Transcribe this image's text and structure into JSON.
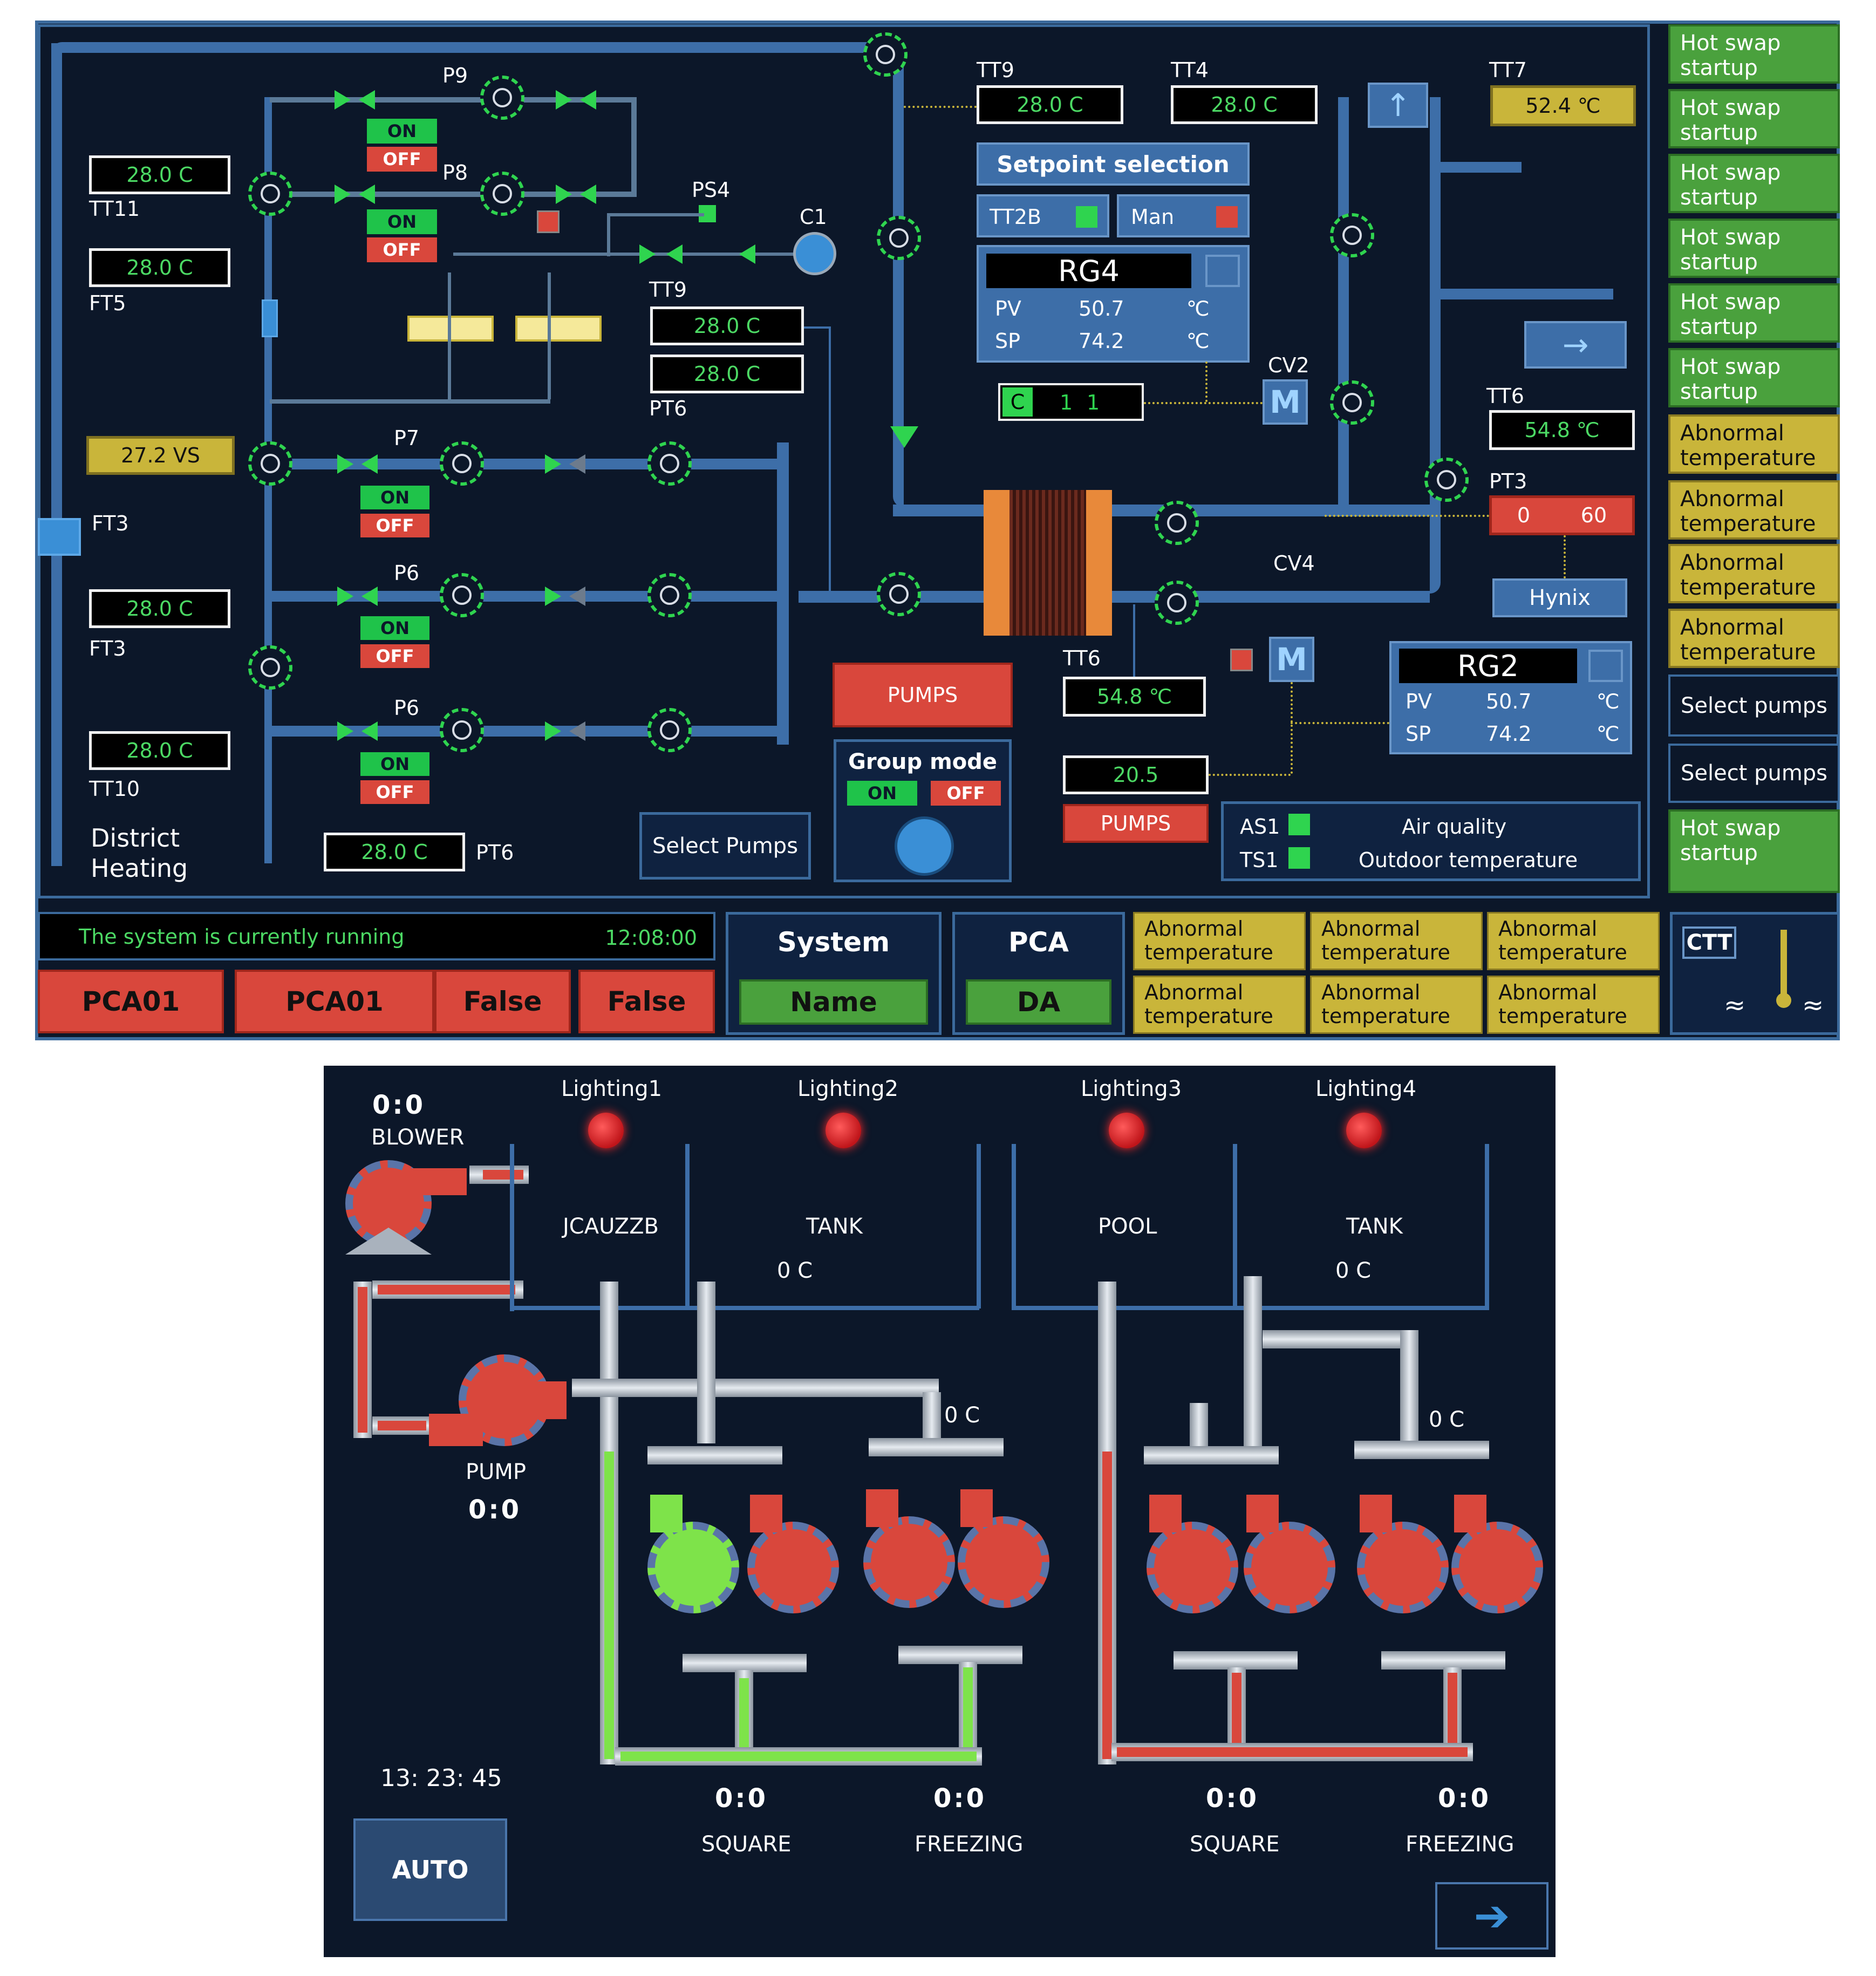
{
  "top": {
    "pumps_labels": [
      "P9",
      "P8",
      "P7",
      "P6",
      "P6"
    ],
    "on_label": "ON",
    "off_label": "OFF",
    "ps4": "PS4",
    "c1": "C1",
    "tt11": {
      "label": "TT11",
      "value": "28.0 C"
    },
    "ft5": {
      "label": "FT5",
      "value": "28.0 C"
    },
    "ft3a": {
      "label": "FT3",
      "value": "27.2 VS"
    },
    "ft3b": {
      "label": "FT3",
      "value": "28.0 C"
    },
    "tt10": {
      "label": "TT10",
      "value": "28.0 C"
    },
    "pt6a": {
      "label": "PT6",
      "value": "28.0 C"
    },
    "tt9a": {
      "label": "TT9",
      "value": "28.0 C"
    },
    "pt6b": {
      "label": "PT6",
      "value": "28.0 C"
    },
    "tt9b": {
      "label": "TT9",
      "value": "28.0 C"
    },
    "tt4": {
      "label": "TT4",
      "value": "28.0 C"
    },
    "tt7": {
      "label": "TT7",
      "value": "52.4 ℃"
    },
    "tt6r": {
      "label": "TT6",
      "value": "54.8 ℃"
    },
    "pt3": {
      "label": "PT3",
      "v1": "0",
      "v2": "60"
    },
    "hynix": "Hynix",
    "tt6c": {
      "label": "TT6",
      "value": "54.8 ℃"
    },
    "cv2": "CV2",
    "cv4": "CV4",
    "m": "M",
    "district": [
      "District",
      "Heating"
    ],
    "setpoint": {
      "title": "Setpoint selection",
      "tt2b": "TT2B",
      "man": "Man"
    },
    "rg4": {
      "name": "RG4",
      "pv_label": "PV",
      "pv": "50.7",
      "sp_label": "SP",
      "sp": "74.2",
      "unit": "℃"
    },
    "rg2": {
      "name": "RG2",
      "pv_label": "PV",
      "pv": "50.7",
      "sp_label": "SP",
      "sp": "74.2",
      "unit": "℃"
    },
    "cbox": {
      "c": "C",
      "v1": "1",
      "v2": "1"
    },
    "pumps_btn": "PUMPS",
    "pumps_btn2": "PUMPS",
    "val_205": "20.5",
    "group_mode": "Group mode",
    "select_pumps": "Select Pumps",
    "as1": "AS1",
    "ts1": "TS1",
    "air_quality": "Air quality",
    "outdoor_temp": "Outdoor temperature",
    "status": {
      "text": "The system is currently running",
      "time": "12:08:00"
    },
    "bottom_buttons": [
      "PCA01",
      "PCA01",
      "False",
      "False"
    ],
    "system": {
      "title": "System",
      "value": "Name"
    },
    "pca": {
      "title": "PCA",
      "value": "DA"
    },
    "warnings": [
      "Abnormal temperature",
      "Abnormal temperature",
      "Abnormal temperature",
      "Abnormal temperature",
      "Abnormal temperature",
      "Abnormal temperature"
    ],
    "ctt": "CTT",
    "side": [
      {
        "text": "Hot swap startup",
        "kind": "green"
      },
      {
        "text": "Hot swap startup",
        "kind": "green"
      },
      {
        "text": "Hot swap startup",
        "kind": "green"
      },
      {
        "text": "Hot swap startup",
        "kind": "green"
      },
      {
        "text": "Hot swap startup",
        "kind": "green"
      },
      {
        "text": "Hot swap startup",
        "kind": "green"
      },
      {
        "text": "Abnormal temperature",
        "kind": "yellow"
      },
      {
        "text": "Abnormal temperature",
        "kind": "yellow"
      },
      {
        "text": "Abnormal temperature",
        "kind": "yellow"
      },
      {
        "text": "Abnormal temperature",
        "kind": "yellow"
      },
      {
        "text": "Select pumps",
        "kind": "blue"
      },
      {
        "text": "Select pumps",
        "kind": "blue"
      },
      {
        "text": "Hot swap startup",
        "kind": "green"
      }
    ]
  },
  "bottom": {
    "blower": {
      "time": "0:0",
      "label": "BLOWER"
    },
    "pump": {
      "label": "PUMP",
      "time": "0:0"
    },
    "lighting": [
      "Lighting1",
      "Lighting2",
      "Lighting3",
      "Lighting4"
    ],
    "tanks": [
      "JCAUZZB",
      "TANK",
      "POOL",
      "TANK"
    ],
    "temps": [
      "0  C",
      "0  C",
      "0  C",
      "0  C"
    ],
    "clock": "13: 23: 45",
    "auto": "AUTO",
    "groups": [
      {
        "time": "0:0",
        "label": "SQUARE"
      },
      {
        "time": "0:0",
        "label": "FREEZING"
      },
      {
        "time": "0:0",
        "label": "SQUARE"
      },
      {
        "time": "0:0",
        "label": "FREEZING"
      }
    ]
  },
  "colors": {
    "bg": "#0c1729",
    "pipe": "#3d6ea8",
    "green": "#2fd44f",
    "red": "#d9473c",
    "yellow": "#c9b53a"
  }
}
